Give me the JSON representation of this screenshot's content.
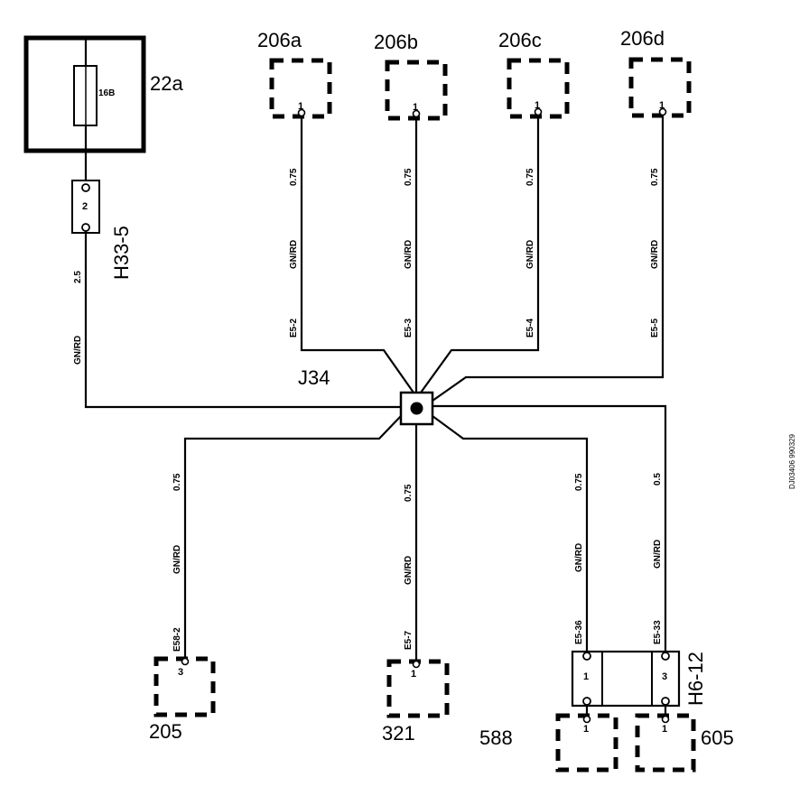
{
  "fuse": {
    "label": "22a",
    "value": "16B"
  },
  "connector_h33": {
    "label": "H33-5",
    "pin": "2"
  },
  "splice": {
    "label": "J34"
  },
  "wire_main": {
    "section": "2.5",
    "color": "GN/RD",
    "id": "E5"
  },
  "top_components": [
    {
      "label": "206a",
      "pin": "1",
      "section": "0.75",
      "color": "GN/RD",
      "wire_id": "E5-2"
    },
    {
      "label": "206b",
      "pin": "1",
      "section": "0.75",
      "color": "GN/RD",
      "wire_id": "E5-3"
    },
    {
      "label": "206c",
      "pin": "1",
      "section": "0.75",
      "color": "GN/RD",
      "wire_id": "E5-4"
    },
    {
      "label": "206d",
      "pin": "1",
      "section": "0.75",
      "color": "GN/RD",
      "wire_id": "E5-5"
    }
  ],
  "bottom_components": [
    {
      "label": "205",
      "pin": "3",
      "section": "0.75",
      "color": "GN/RD",
      "wire_id": "E58-2"
    },
    {
      "label": "321",
      "pin": "1",
      "section": "0.75",
      "color": "GN/RD",
      "wire_id": "E5-7"
    }
  ],
  "connector_h6": {
    "label": "H6-12",
    "pins": [
      "1",
      "3"
    ],
    "wires": [
      {
        "section": "0.75",
        "color": "GN/RD",
        "wire_id": "E5-36"
      },
      {
        "section": "0.5",
        "color": "GN/RD",
        "wire_id": "E5-33"
      }
    ]
  },
  "bottom_right_components": [
    {
      "label": "588",
      "pin": "1"
    },
    {
      "label": "605",
      "pin": "1"
    }
  ],
  "reference_code": "DJ03406 990329"
}
